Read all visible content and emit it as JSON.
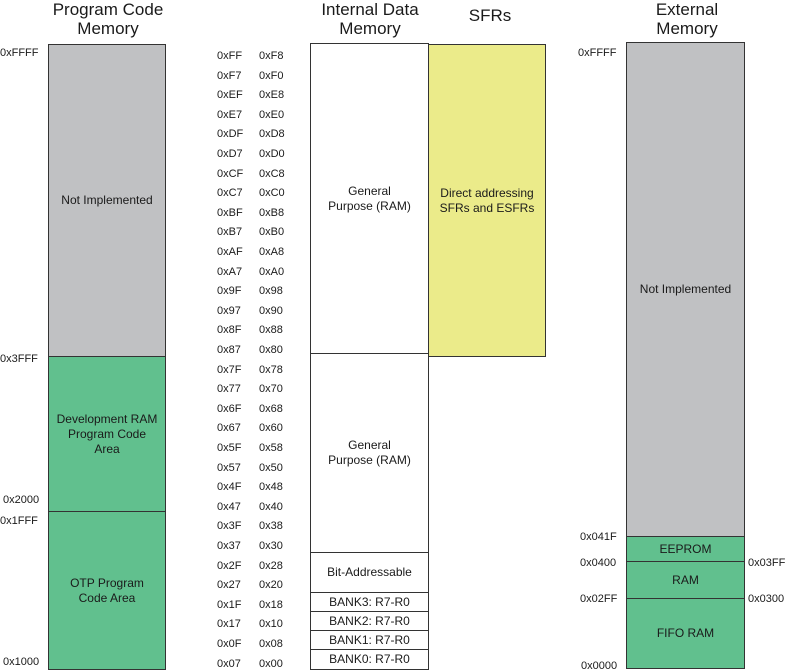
{
  "headers": {
    "program": "Program Code\nMemory",
    "internal": "Internal Data\nMemory",
    "sfrs": "SFRs",
    "external": "External\nMemory"
  },
  "program_memory": {
    "blocks": [
      {
        "label": "Not Implemented"
      },
      {
        "label": "Development RAM\nProgram Code\nArea"
      },
      {
        "label": "OTP Program\nCode Area"
      }
    ],
    "addresses": [
      "0xFFFF",
      "0x3FFF",
      "0x2000",
      "0x1FFF",
      "0x1000"
    ]
  },
  "internal_memory": {
    "row_addresses": [
      [
        "0xFF",
        "0xF8"
      ],
      [
        "0xF7",
        "0xF0"
      ],
      [
        "0xEF",
        "0xE8"
      ],
      [
        "0xE7",
        "0xE0"
      ],
      [
        "0xDF",
        "0xD8"
      ],
      [
        "0xD7",
        "0xD0"
      ],
      [
        "0xCF",
        "0xC8"
      ],
      [
        "0xC7",
        "0xC0"
      ],
      [
        "0xBF",
        "0xB8"
      ],
      [
        "0xB7",
        "0xB0"
      ],
      [
        "0xAF",
        "0xA8"
      ],
      [
        "0xA7",
        "0xA0"
      ],
      [
        "0x9F",
        "0x98"
      ],
      [
        "0x97",
        "0x90"
      ],
      [
        "0x8F",
        "0x88"
      ],
      [
        "0x87",
        "0x80"
      ],
      [
        "0x7F",
        "0x78"
      ],
      [
        "0x77",
        "0x70"
      ],
      [
        "0x6F",
        "0x68"
      ],
      [
        "0x67",
        "0x60"
      ],
      [
        "0x5F",
        "0x58"
      ],
      [
        "0x57",
        "0x50"
      ],
      [
        "0x4F",
        "0x48"
      ],
      [
        "0x47",
        "0x40"
      ],
      [
        "0x3F",
        "0x38"
      ],
      [
        "0x37",
        "0x30"
      ],
      [
        "0x2F",
        "0x28"
      ],
      [
        "0x27",
        "0x20"
      ],
      [
        "0x1F",
        "0x18"
      ],
      [
        "0x17",
        "0x10"
      ],
      [
        "0x0F",
        "0x08"
      ],
      [
        "0x07",
        "0x00"
      ]
    ],
    "blocks": [
      {
        "label": "General\nPurpose (RAM)"
      },
      {
        "label": "General\nPurpose (RAM)"
      },
      {
        "label": "Bit-Addressable"
      },
      {
        "label": "BANK3: R7-R0"
      },
      {
        "label": "BANK2: R7-R0"
      },
      {
        "label": "BANK1: R7-R0"
      },
      {
        "label": "BANK0: R7-R0"
      }
    ]
  },
  "sfr_block": {
    "label": "Direct addressing\nSFRs and ESFRs"
  },
  "external_memory": {
    "blocks": [
      {
        "label": "Not Implemented"
      },
      {
        "label": "EEPROM"
      },
      {
        "label": "RAM"
      },
      {
        "label": "FIFO RAM"
      }
    ],
    "left_addresses": [
      "0xFFFF",
      "0x041F",
      "0x0400",
      "0x02FF",
      "0x0000"
    ],
    "right_addresses": [
      "0x03FF",
      "0x0300"
    ]
  },
  "colors": {
    "not_implemented": "#c0c1c3",
    "code_area": "#61c08e",
    "sfr": "#ebeb8a",
    "ram": "#ffffff"
  }
}
